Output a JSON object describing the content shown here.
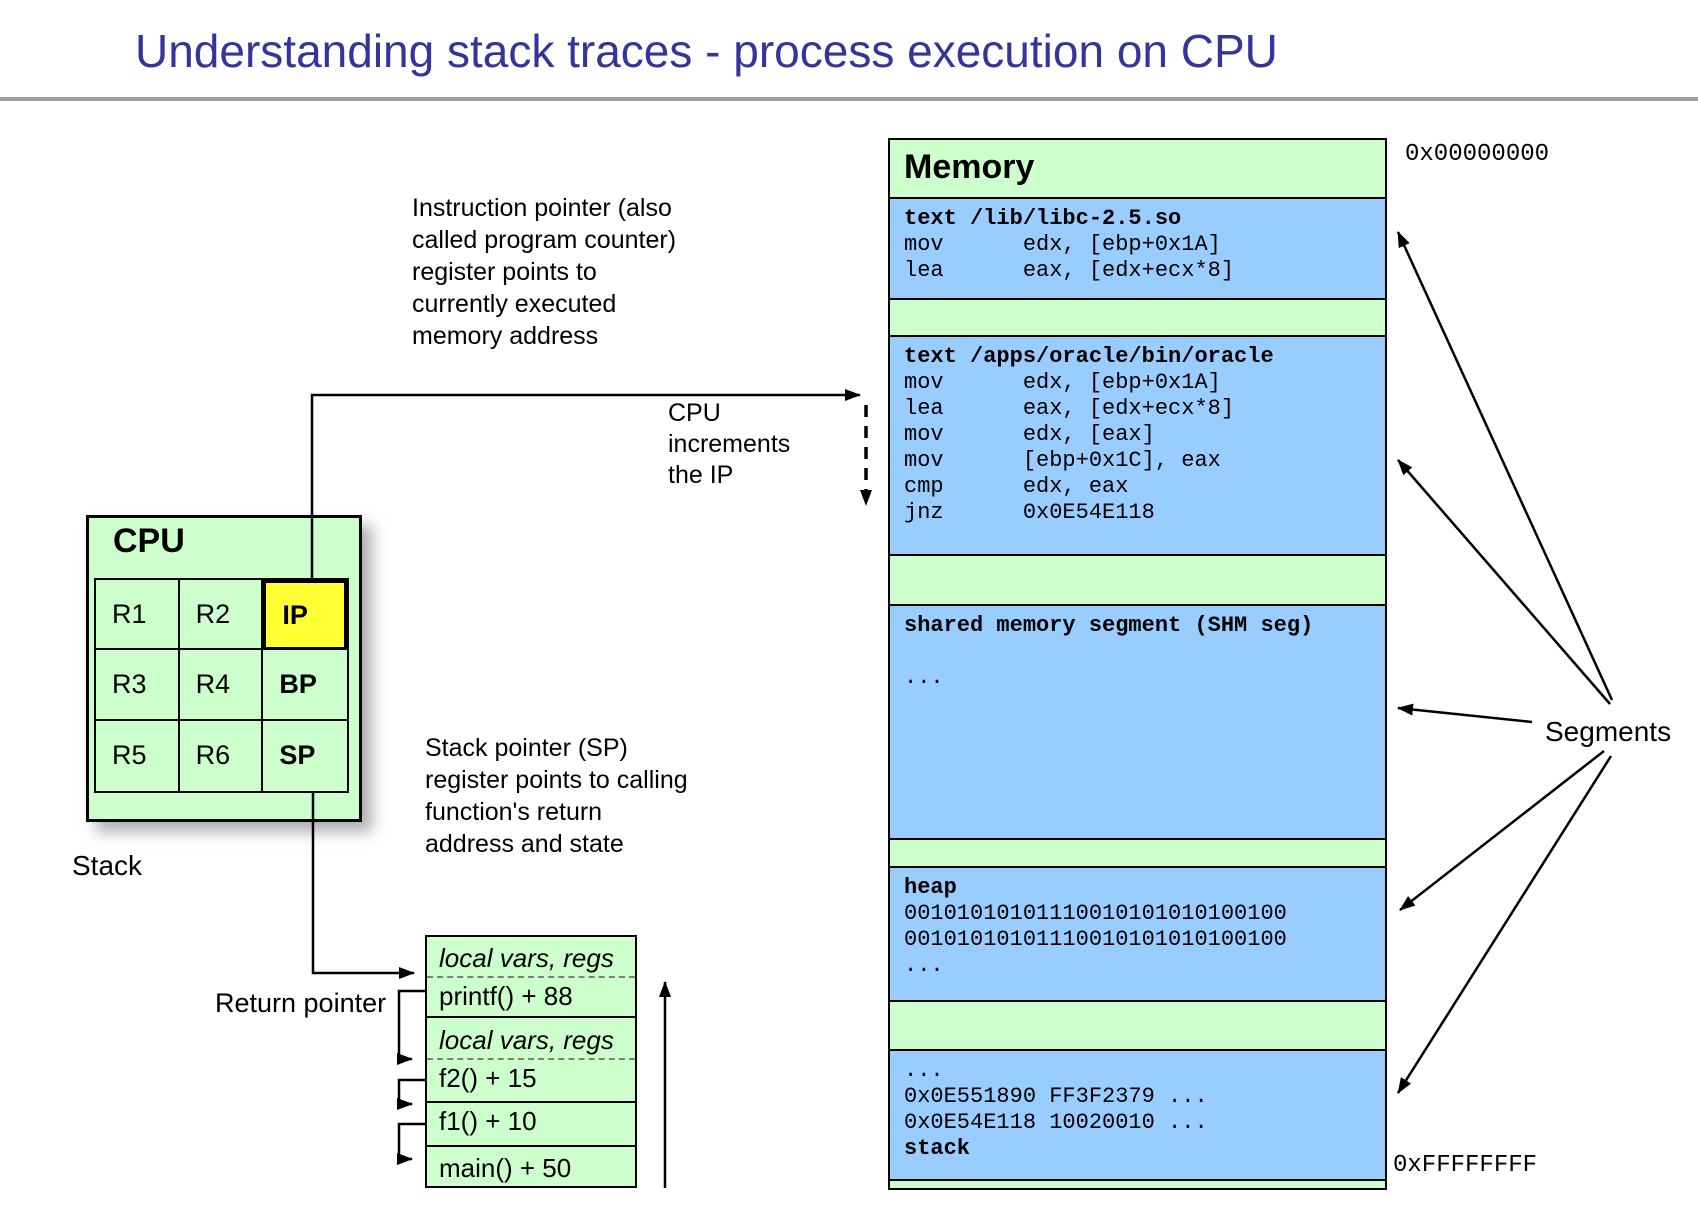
{
  "slide": {
    "title": "Understanding stack traces - process execution on CPU"
  },
  "annotations": {
    "instruction_pointer_note": "Instruction pointer (also\ncalled program counter)\nregister points to\ncurrently executed\nmemory address",
    "cpu_increments_note": "CPU\nincrements\nthe IP",
    "stack_pointer_note": "Stack pointer (SP)\nregister points to calling\nfunction's return\naddress and state",
    "stack_label": "Stack",
    "return_pointer_label": "Return pointer",
    "segments_label": "Segments"
  },
  "cpu": {
    "title": "CPU",
    "registers": [
      [
        "R1",
        "R2",
        "IP"
      ],
      [
        "R3",
        "R4",
        "BP"
      ],
      [
        "R5",
        "R6",
        "SP"
      ]
    ],
    "highlighted_register": "IP",
    "highlight_color": "#ffff33"
  },
  "stack_frames": {
    "rows": [
      {
        "label": "local vars, regs"
      },
      {
        "label": "printf() + 88"
      },
      {
        "label": "local vars, regs"
      },
      {
        "label": "f2() + 15"
      },
      {
        "label": "f1() + 10"
      },
      {
        "label": "main() + 50"
      }
    ]
  },
  "memory": {
    "title": "Memory",
    "addr_top": "0x00000000",
    "addr_bottom": "0xFFFFFFFF",
    "segments": [
      {
        "header": "text /lib/libc-2.5.so",
        "lines": [
          "mov      edx, [ebp+0x1A]",
          "lea      eax, [edx+ecx*8]"
        ]
      },
      {
        "header": "text /apps/oracle/bin/oracle",
        "lines": [
          "mov      edx, [ebp+0x1A]",
          "lea      eax, [edx+ecx*8]",
          "mov      edx, [eax]",
          "mov      [ebp+0x1C], eax",
          "cmp      edx, eax",
          "jnz      0x0E54E118"
        ]
      },
      {
        "header": "shared memory segment (SHM seg)",
        "lines": [
          "..."
        ]
      },
      {
        "header": "heap",
        "lines": [
          "00101010101110010101010100100",
          "00101010101110010101010100100",
          "..."
        ]
      },
      {
        "header": "stack",
        "lines": [
          "...",
          "0x0E551890 FF3F2379 ...",
          "0x0E54E118 10020010 ..."
        ]
      }
    ]
  },
  "colors": {
    "segment_green": "#ccffcc",
    "segment_blue": "#99ccff",
    "title_blue": "#34349b",
    "highlight_yellow": "#ffff33"
  }
}
